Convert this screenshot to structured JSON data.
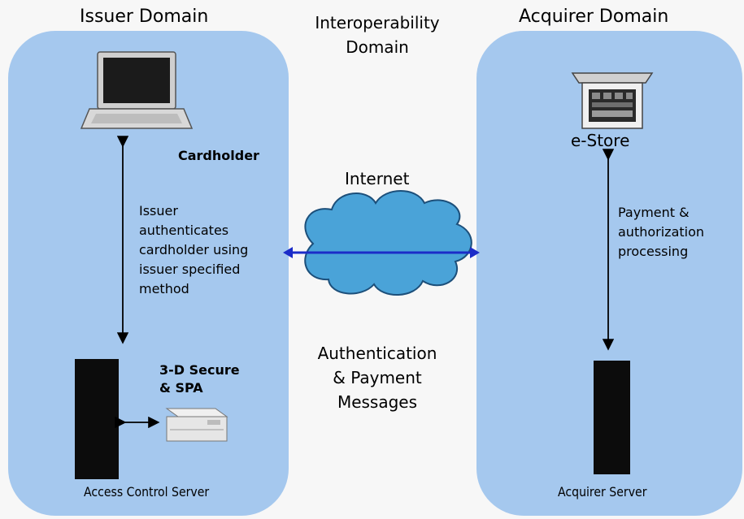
{
  "issuer": {
    "title": "Issuer Domain",
    "cardholder_label": "Cardholder",
    "auth_note": [
      "Issuer",
      "authenticates",
      "cardholder using",
      "issuer specified",
      "method"
    ],
    "spa_label": [
      "3-D Secure",
      "& SPA"
    ],
    "acs_label": "Access Control Server"
  },
  "interop": {
    "title": [
      "Interoperability",
      "Domain"
    ],
    "internet_label": "Internet",
    "messages_label": [
      "Authentication",
      "& Payment",
      "Messages"
    ]
  },
  "acquirer": {
    "title": "Acquirer Domain",
    "estore_label": "e-Store",
    "payment_note": [
      "Payment &",
      "authorization",
      "processing"
    ],
    "server_label": "Acquirer Server"
  },
  "colors": {
    "panel": "#a5c8ee",
    "cloud": "#4aa3d8",
    "internet_line": "#1b2cc8",
    "server": "#0c0c0c"
  }
}
